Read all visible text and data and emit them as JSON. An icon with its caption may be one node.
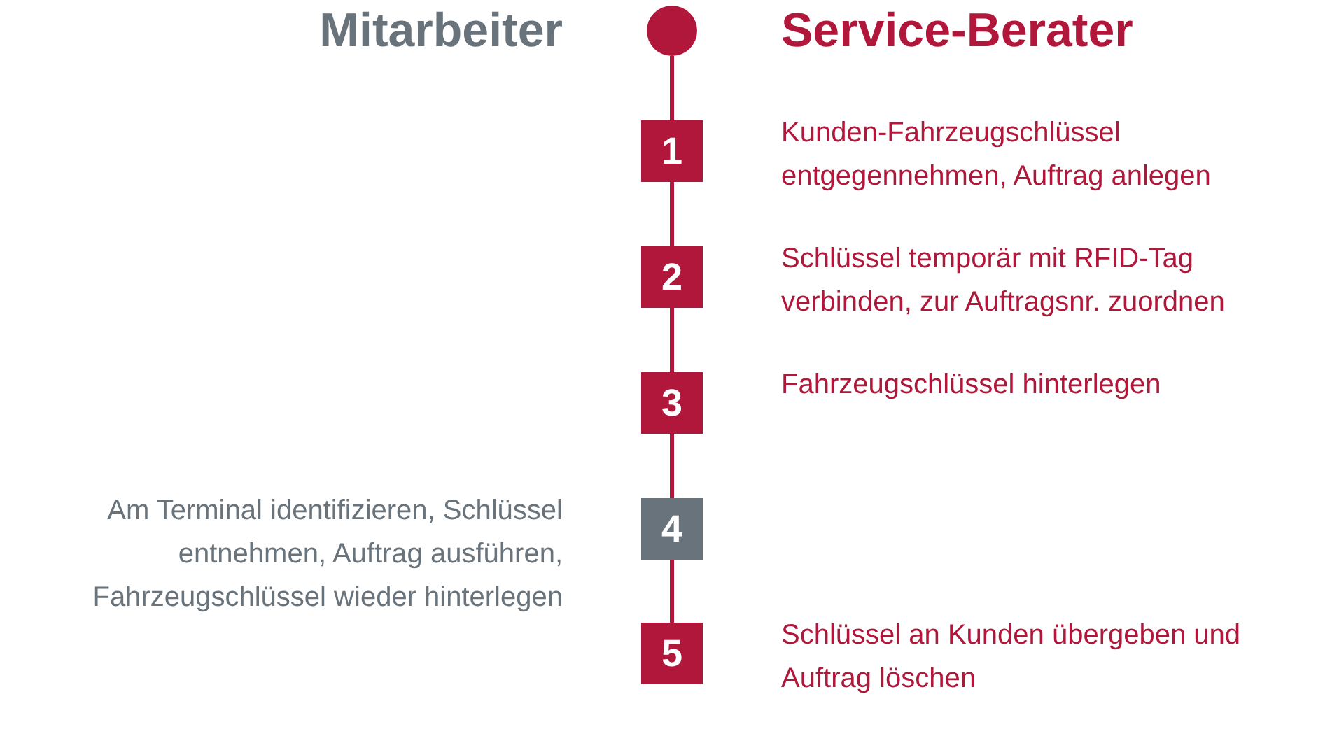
{
  "diagram": {
    "nodes": [
      {
        "text": [],
        "shape": "circle"
      },
      {
        "text": [
          "1"
        ],
        "beside": [
          "Kunden-Fahrzeugschlüssel entgegennehmen, Auftrag anlegen"
        ]
      },
      {
        "text": [
          "2"
        ],
        "beside": [
          "Schlüssel temporär mit RFID-Tag verbinden, zur Auftragsnr. zuordnen"
        ]
      },
      {
        "text": [
          "3"
        ],
        "beside": [
          "Fahrzeugschlüssel hinterlegen"
        ]
      },
      {
        "text": [
          "4"
        ],
        "beside": [
          "Am Terminal identifizieren, Schlüssel entnehmen, Auftrag ausführen, Fahrzeugschlüssel wieder hinterlegen"
        ]
      },
      {
        "text": [
          "5"
        ],
        "beside": [
          "Schlüssel an Kunden übergeben und Auftrag löschen"
        ]
      }
    ],
    "edges": [
      {
        "from": 0,
        "to": 1,
        "arrow": "none"
      },
      {
        "from": 1,
        "to": 2,
        "arrow": "none"
      },
      {
        "from": 2,
        "to": 3,
        "arrow": "none"
      },
      {
        "from": 3,
        "to": 4,
        "arrow": "none"
      },
      {
        "from": 4,
        "to": 5,
        "arrow": "none"
      }
    ],
    "labels": [
      "Mitarbeiter",
      "Service-Berater"
    ]
  }
}
